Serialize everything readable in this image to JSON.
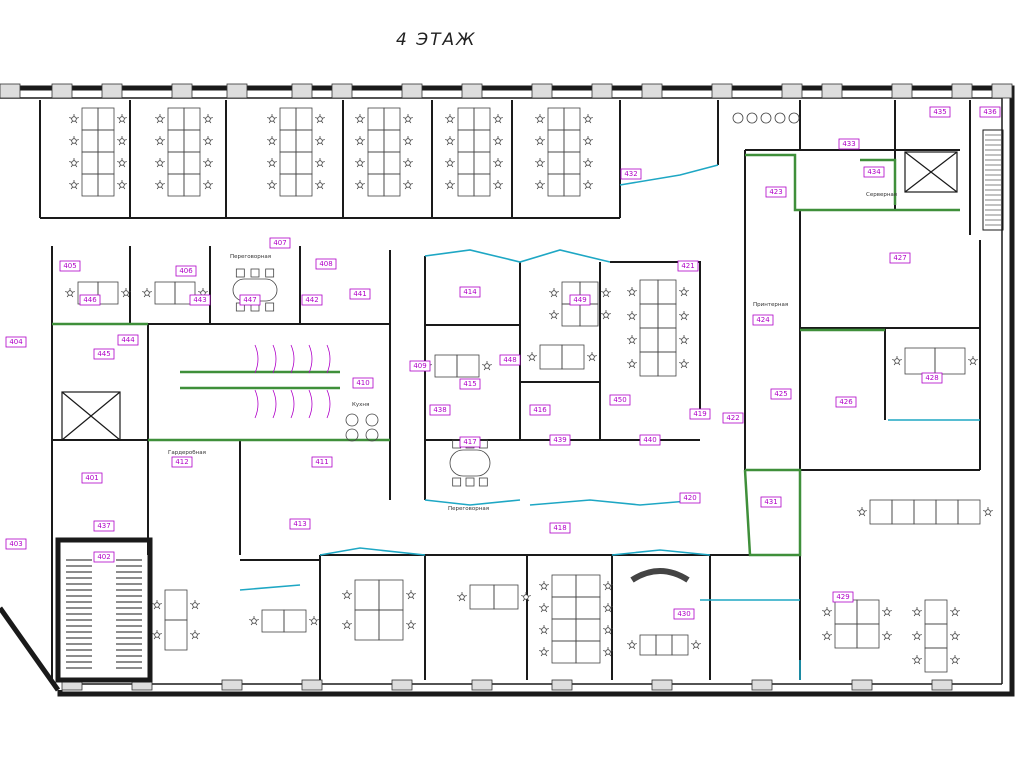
{
  "title": "4  ЭТАЖ",
  "rooms": [
    "401",
    "402",
    "403",
    "404",
    "405",
    "406",
    "407",
    "408",
    "409",
    "410",
    "411",
    "412",
    "413",
    "414",
    "415",
    "416",
    "417",
    "418",
    "419",
    "420",
    "421",
    "422",
    "423",
    "424",
    "425",
    "426",
    "427",
    "428",
    "429",
    "430",
    "431",
    "432",
    "433",
    "434",
    "435",
    "436",
    "437",
    "438",
    "439",
    "440",
    "441",
    "442",
    "443",
    "444",
    "445",
    "446",
    "447",
    "448",
    "449",
    "450"
  ],
  "labels": {
    "meeting_1": "Переговорная",
    "meeting_2": "Переговорная",
    "wardrobe": "Гардеробная",
    "kitchen": "Кухня",
    "server": "Серверная",
    "printer": "Принтерная"
  },
  "colors": {
    "wall": "#1a1a1a",
    "partition_green": "#3f8f3a",
    "glass_cyan": "#1ea7c4",
    "tag_magenta": "#b000c8",
    "furniture": "#444444"
  }
}
